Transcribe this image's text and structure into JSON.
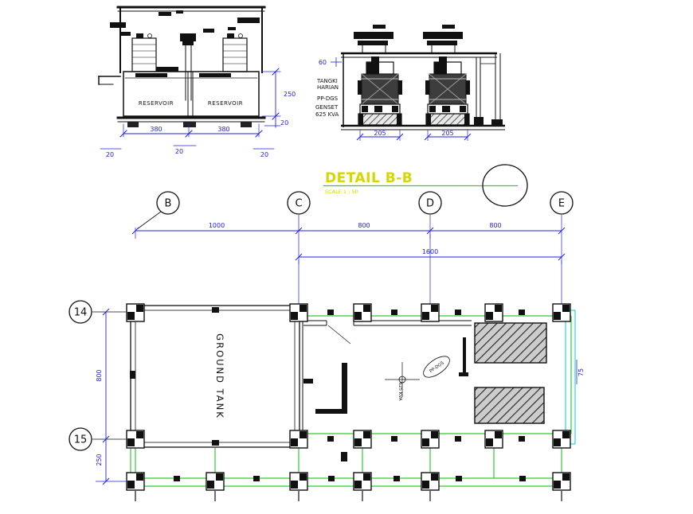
{
  "section": {
    "reservoir_left": "RESERVOIR",
    "reservoir_right": "RESERVOIR",
    "dim_380_left": "380",
    "dim_380_right": "380",
    "dim_250": "250",
    "dim_20_right": "20",
    "dim_20_bottom_left": "20",
    "dim_20_bottom_mid": "20",
    "dim_20_bottom_right": "20"
  },
  "detail": {
    "label_line1": "TANGKI",
    "label_line2": "HARIAN",
    "label_line3": "PP-DGS",
    "label_line4": "GENSET",
    "label_line5": "625 KVA",
    "dim_60": "60",
    "dim_205_left": "205",
    "dim_205_right": "205"
  },
  "title_block": {
    "title": "DETAIL B-B",
    "scale": "SCALE 1 : 50"
  },
  "grid": {
    "col_b": "B",
    "col_c": "C",
    "col_d": "D",
    "col_e": "E",
    "row_14": "14",
    "row_15": "15"
  },
  "plan_dims": {
    "span_bc": "1000",
    "span_cd": "800",
    "span_de": "800",
    "span_ce": "1600",
    "height_14_15": "800",
    "offset_below_15": "250",
    "right_offset": "75"
  },
  "plan": {
    "ground_tank_label": "GROUND TANK",
    "genset_tag": "PP-DGS",
    "genset_tag2": "625 KVA"
  },
  "colors": {
    "dimension_blue": "#2222dd",
    "title_yellow": "#d6d600",
    "drawing_green": "#33cc33",
    "drawing_cyan": "#00cccc",
    "line_black": "#111111"
  }
}
